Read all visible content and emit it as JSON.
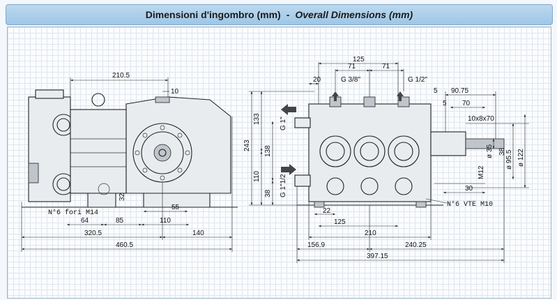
{
  "title": {
    "it": "Dimensioni d'ingombro (mm)",
    "separator": "-",
    "en": "Overall Dimensions (mm)"
  },
  "side_view": {
    "dim_210_5": "210.5",
    "dim_10": "10",
    "dim_32": "32",
    "dim_55": "55",
    "holes_note": "N°6 fori M14",
    "dim_64": "64",
    "dim_85": "85",
    "dim_110": "110",
    "dim_320_5": "320.5",
    "dim_140": "140",
    "dim_460_5": "460.5"
  },
  "front_view": {
    "dim_125_top": "125",
    "dim_71_a": "71",
    "dim_71_b": "71",
    "dim_20": "20",
    "port_g38": "G 3/8\"",
    "port_g12": "G 1/2\"",
    "dim_5_a": "5",
    "dim_90_75": "90.75",
    "dim_5_b": "5",
    "dim_70": "70",
    "dim_10x8x70": "10x8x70",
    "dim_133": "133",
    "dim_243": "243",
    "dim_138": "138",
    "dim_110": "110",
    "dim_38": "38",
    "port_g1": "G 1\"",
    "port_g112": "G 1\"1/2",
    "dim_phi35": "ø 35",
    "dim_38_shaft": "38",
    "dim_phi95_5": "ø 95.5",
    "dim_phi122": "ø 122",
    "dim_m12": "M12",
    "dim_30": "30",
    "vte_note": "N°6 VTE M10",
    "dim_22": "22",
    "dim_125_bottom": "125",
    "dim_210": "210",
    "dim_156_9": "156.9",
    "dim_240_25": "240.25",
    "dim_397_15": "397.15"
  }
}
